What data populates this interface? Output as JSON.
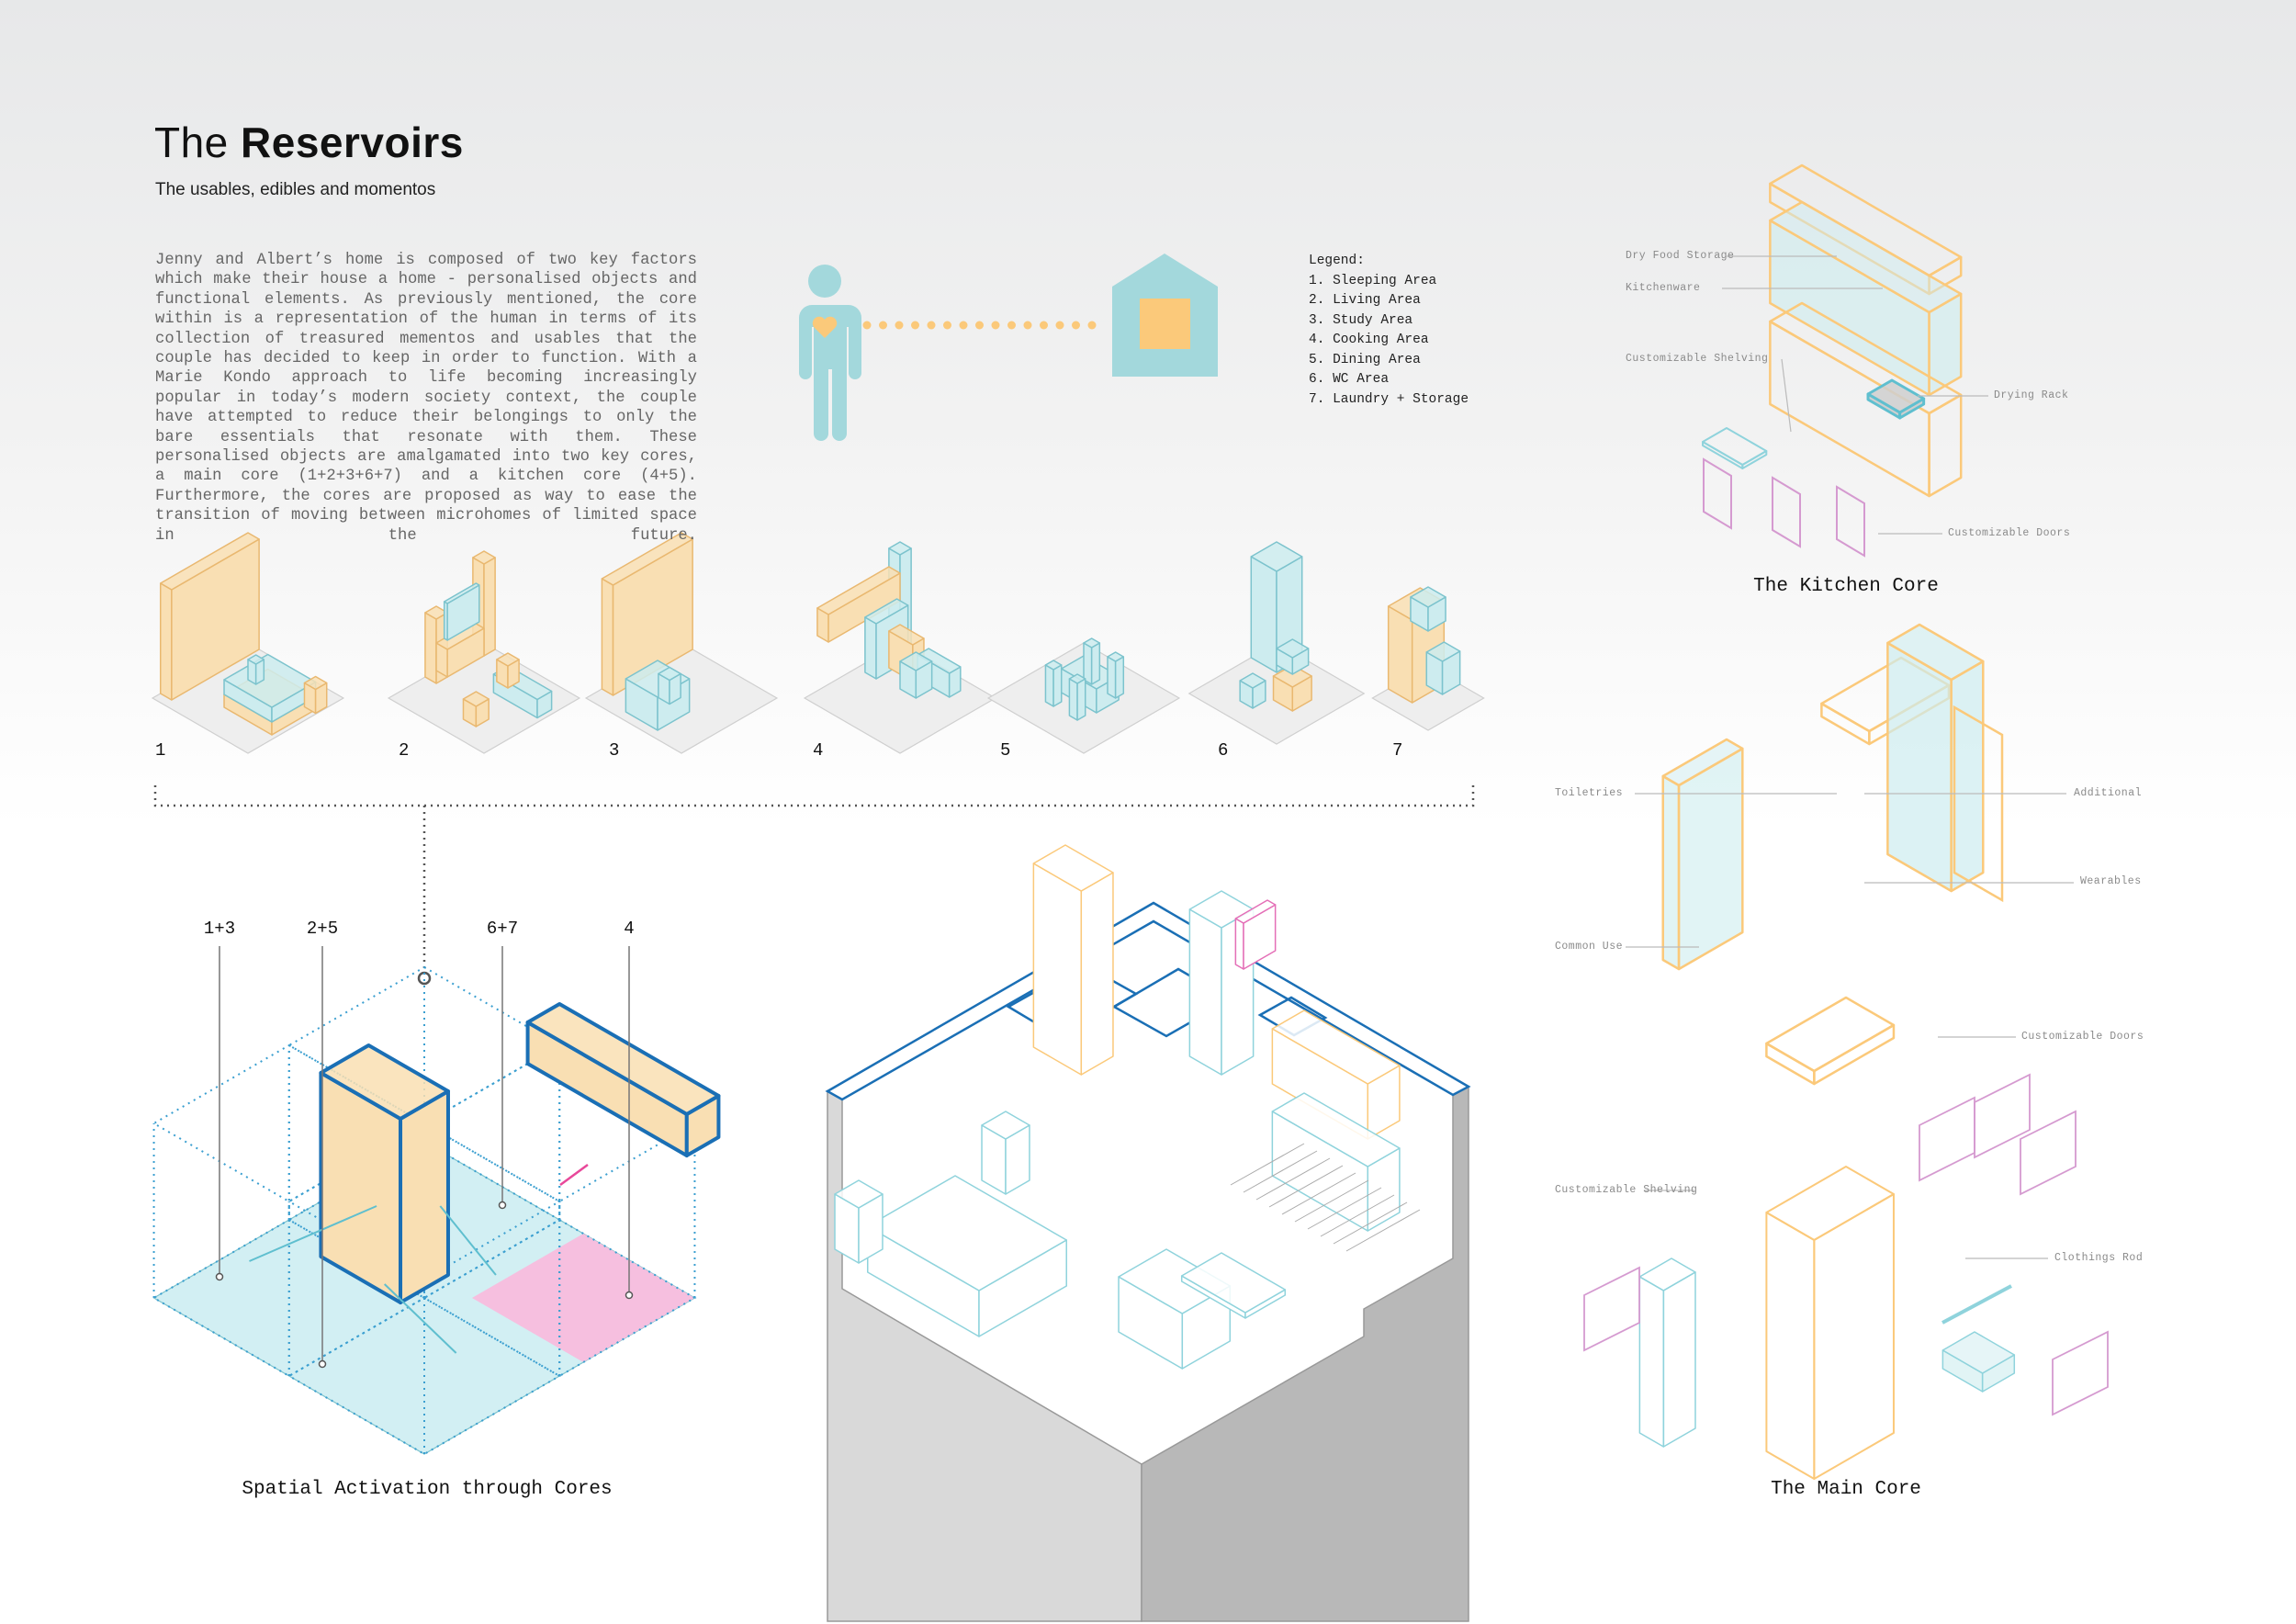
{
  "header": {
    "title_light": "The",
    "title_bold": "Reservoirs",
    "subtitle": "The usables, edibles and momentos"
  },
  "intro_paragraph": "Jenny and Albert’s home is composed of two key factors which make their house a home - personalised objects and functional elements. As previously mentioned, the core within is a representation of the human in terms of its collection of treasured mementos and usables that the couple has decided to keep in order to function. With a Marie Kondo approach to life becoming increasingly popular in today’s modern society context, the couple have attempted to reduce their belongings to only the bare essentials that resonate with them. These  personalised objects are amalgamated into two key cores, a main core (1+2+3+6+7) and a kitchen core (4+5). Furthermore, the cores are proposed as way to ease the transition of moving between microhomes of limited space in the future.",
  "legend": {
    "title": "Legend:",
    "items": [
      "1. Sleeping Area",
      "2. Living Area",
      "3. Study Area",
      "4. Cooking Area",
      "5. Dining Area",
      "6. WC Area",
      "7. Laundry + Storage"
    ]
  },
  "area_icons": [
    "1",
    "2",
    "3",
    "4",
    "5",
    "6",
    "7"
  ],
  "kitchen_core": {
    "caption": "The Kitchen Core",
    "labels": [
      "Dry Food Storage",
      "Kitchenware",
      "Customizable Shelving",
      "Drying Rack",
      "Customizable Doors"
    ]
  },
  "main_core": {
    "caption": "The Main Core",
    "labels": [
      "Toiletries",
      "Additional",
      "Wearables",
      "Common Use",
      "Customizable Doors",
      "Customizable Shelving",
      "Clothings Rod"
    ]
  },
  "spatial": {
    "caption": "Spatial Activation through Cores",
    "labels": [
      "1+3",
      "2+5",
      "6+7",
      "4"
    ]
  },
  "colors": {
    "orange": "#fbc97a",
    "orange_fill": "#f9dfb3",
    "cyan": "#8fd3dc",
    "cyan_fill": "#cdecef",
    "pink": "#f8b9dc",
    "magenta": "#e8489a",
    "blue": "#1a6fb5",
    "person": "#a3d8dc",
    "wall_light": "#d9d9d9",
    "wall_dark": "#b8b8b8"
  }
}
